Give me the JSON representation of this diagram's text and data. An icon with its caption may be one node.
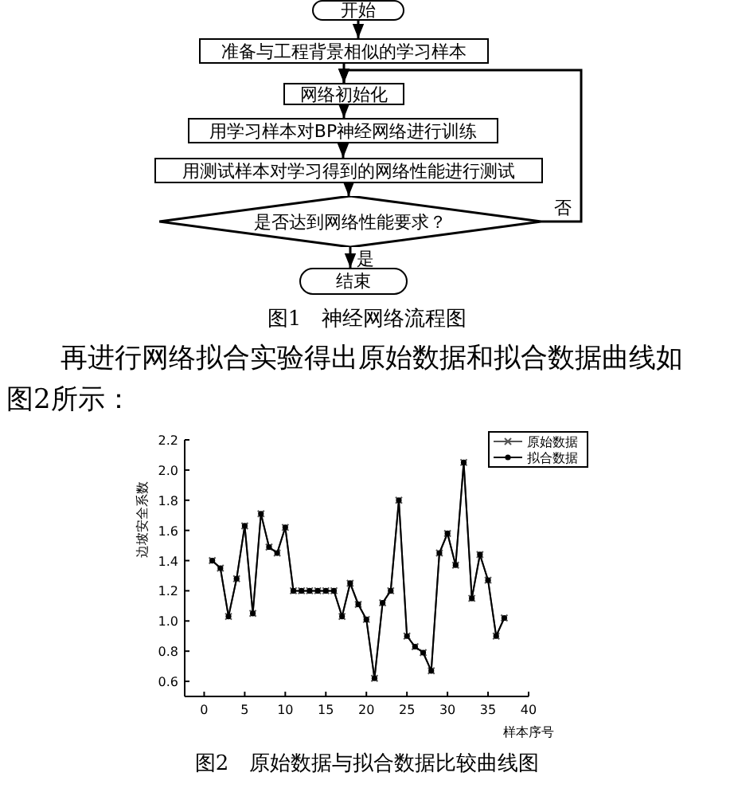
{
  "diagram": {
    "caption": "图1　神经网络流程图",
    "nodes": [
      {
        "text": [
          "开始"
        ]
      },
      {
        "text": [
          "准备与工程背景相似的学习样本"
        ]
      },
      {
        "text": [
          "网络初始化"
        ]
      },
      {
        "text": [
          "用学习样本对BP神经网络进行训练"
        ]
      },
      {
        "text": [
          "用测试样本对学习得到的网络性能进行测试"
        ]
      },
      {
        "text": [
          "是否达到网络性能要求？"
        ]
      },
      {
        "text": [
          "结束"
        ]
      }
    ],
    "edges": [
      {
        "from": 0,
        "to": 1,
        "arrow": "to"
      },
      {
        "from": 1,
        "to": 2,
        "arrow": "to"
      },
      {
        "from": 2,
        "to": 3,
        "arrow": "to"
      },
      {
        "from": 3,
        "to": 4,
        "arrow": "to"
      },
      {
        "from": 4,
        "to": 5,
        "arrow": "to"
      },
      {
        "from": 5,
        "to": 2,
        "arrow": "to",
        "label": "否"
      },
      {
        "from": 5,
        "to": 6,
        "arrow": "to",
        "label": "是"
      }
    ],
    "labels": [
      "再进行网络拟合实验得出原始数据和拟合数据曲线如图2所示：",
      "图2　原始数据与拟合数据比较曲线图"
    ],
    "chart_data": {
      "type": "line",
      "xlabel": "样本序号",
      "ylabel": "边坡安全系数",
      "x": [
        1,
        2,
        3,
        4,
        5,
        6,
        7,
        8,
        9,
        10,
        11,
        12,
        13,
        14,
        15,
        16,
        17,
        18,
        19,
        20,
        21,
        22,
        23,
        24,
        25,
        26,
        27,
        28,
        29,
        30,
        31,
        32,
        33,
        34,
        35,
        36,
        37
      ],
      "series": [
        {
          "name": "原始数据",
          "color": "#555555",
          "marker": "x",
          "values": [
            1.4,
            1.35,
            1.03,
            1.28,
            1.63,
            1.05,
            1.71,
            1.49,
            1.45,
            1.62,
            1.2,
            1.2,
            1.2,
            1.2,
            1.2,
            1.2,
            1.03,
            1.25,
            1.11,
            1.01,
            0.62,
            1.12,
            1.2,
            1.8,
            0.9,
            0.83,
            0.79,
            0.67,
            1.45,
            1.58,
            1.37,
            2.05,
            1.15,
            1.44,
            1.27,
            0.9,
            1.02
          ]
        },
        {
          "name": "拟合数据",
          "color": "#000000",
          "marker": "circle",
          "values": [
            1.4,
            1.35,
            1.03,
            1.28,
            1.63,
            1.05,
            1.71,
            1.49,
            1.45,
            1.62,
            1.2,
            1.2,
            1.2,
            1.2,
            1.2,
            1.2,
            1.03,
            1.25,
            1.11,
            1.01,
            0.62,
            1.12,
            1.2,
            1.8,
            0.9,
            0.83,
            0.79,
            0.67,
            1.45,
            1.58,
            1.37,
            2.05,
            1.15,
            1.44,
            1.27,
            0.9,
            1.02
          ]
        }
      ],
      "legend": "upper right",
      "xlim": [
        -2.4,
        40
      ],
      "ylim": [
        0.5,
        2.2
      ],
      "xticks": [
        0,
        5,
        10,
        15,
        20,
        25,
        30,
        35,
        40
      ],
      "yticks": [
        {
          "value": 0.6,
          "label": "0.6"
        },
        {
          "value": 0.8,
          "label": "0.8"
        },
        {
          "value": 1.0,
          "label": "1.0"
        },
        {
          "value": 1.2,
          "label": "1.2"
        },
        {
          "value": 1.4,
          "label": "1.4"
        },
        {
          "value": 1.6,
          "label": "1.6"
        },
        {
          "value": 1.8,
          "label": "1.8"
        },
        {
          "value": 2.0,
          "label": "2.0"
        },
        {
          "value": 2.2,
          "label": "2.2"
        }
      ]
    }
  }
}
